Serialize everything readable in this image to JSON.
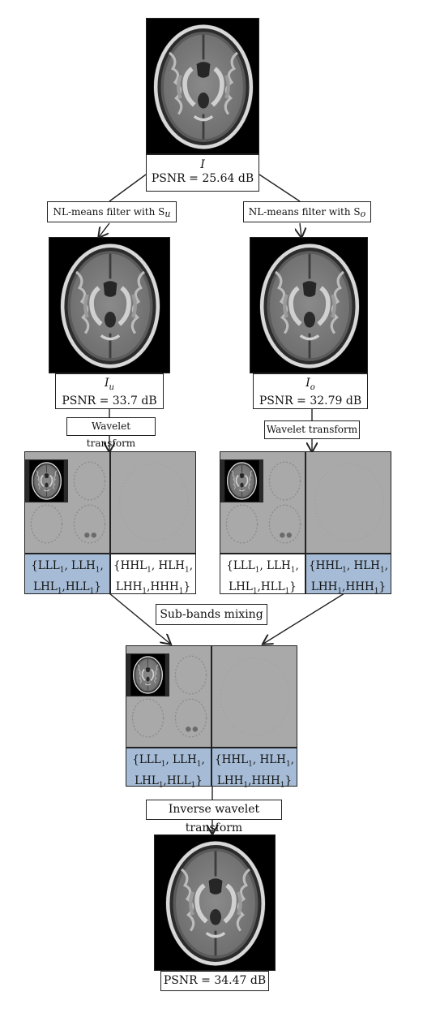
{
  "input": {
    "symbol": "I",
    "psnr": "PSNR = 25.64 dB"
  },
  "filters": {
    "left": {
      "text": "NL-means filter with S",
      "sub": "u"
    },
    "right": {
      "text": "NL-means filter with S",
      "sub": "o"
    }
  },
  "filtered": {
    "left": {
      "symbol": "I",
      "sub": "u",
      "psnr": "PSNR = 33.7 dB"
    },
    "right": {
      "symbol": "I",
      "sub": "o",
      "psnr": "PSNR = 32.79 dB"
    }
  },
  "wavelet": {
    "left": "Wavelet transform",
    "right": "Wavelet transform"
  },
  "subbands": {
    "low": {
      "l1a": "LLL",
      "l1b": "LLH",
      "l2a": "LHL",
      "l2b": "HLL"
    },
    "high": {
      "l1a": "HHL",
      "l1b": "HLH",
      "l2a": "LHH",
      "l2b": "HHH"
    },
    "index": "1"
  },
  "mixing": "Sub-bands mixing",
  "inverse": "Inverse wavelet transform",
  "result": {
    "psnr": "PSNR = 34.47 dB"
  },
  "colors": {
    "selected_band": "#a6bcd6",
    "wavelet_bg": "#a9a9a9",
    "line": "#222222"
  }
}
